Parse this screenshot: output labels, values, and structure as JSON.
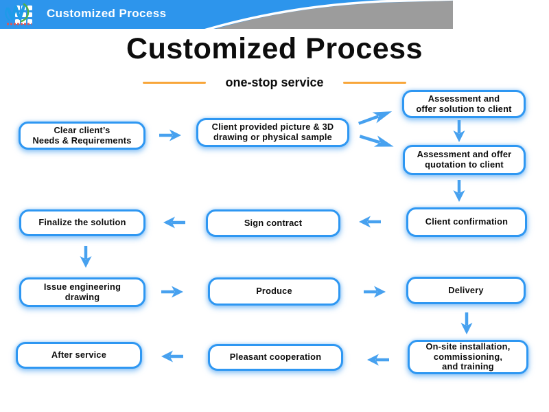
{
  "colors": {
    "header_blue": "#2d95ec",
    "header_gray": "#9c9c9c",
    "box_border_blue": "#2e97f2",
    "arrow_blue": "#47a1ef",
    "accent_orange": "#f8a63a",
    "logo_blue": "#1d9be8",
    "logo_green": "#52b043",
    "logo_red_text": "#e05555"
  },
  "header": {
    "bar_title": "Customized Process",
    "grid_icon": "grid-icon",
    "logo_icon": "company-logo-icon"
  },
  "title": "Customized Process",
  "subtitle": "one-stop service",
  "flow": {
    "boxes": [
      {
        "label": "Clear client’s\nNeeds & Requirements"
      },
      {
        "label": "Client provided picture & 3D\ndrawing or physical sample"
      },
      {
        "label": "Assessment and\noffer solution to client"
      },
      {
        "label": "Assessment and offer\nquotation to client"
      },
      {
        "label": "Client confirmation"
      },
      {
        "label": "Sign contract"
      },
      {
        "label": "Finalize the solution"
      },
      {
        "label": "Issue engineering\ndrawing"
      },
      {
        "label": "Produce"
      },
      {
        "label": "Delivery"
      },
      {
        "label": "On-site installation,\ncommissioning,\nand training"
      },
      {
        "label": "Pleasant cooperation"
      },
      {
        "label": "After service"
      }
    ]
  }
}
